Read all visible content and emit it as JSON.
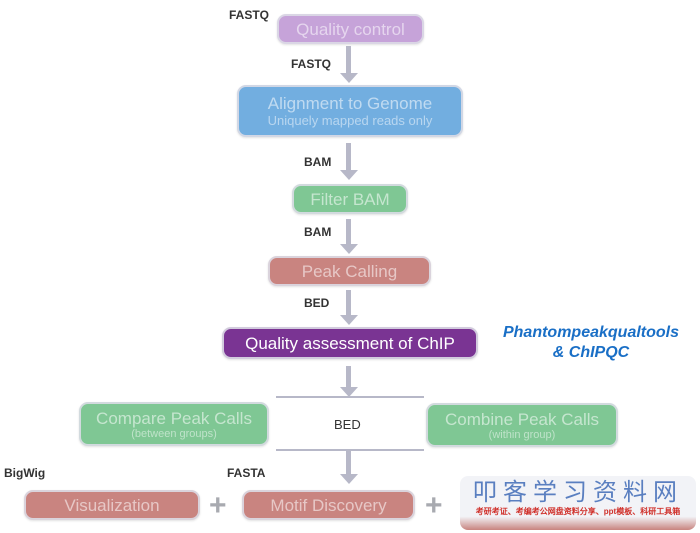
{
  "steps": {
    "quality_control": {
      "label": "Quality control",
      "input": "FASTQ"
    },
    "alignment": {
      "label": "Alignment to Genome",
      "sublabel": "Uniquely mapped reads only",
      "input": "FASTQ"
    },
    "filter_bam": {
      "label": "Filter BAM",
      "input": "BAM"
    },
    "peak_calling": {
      "label": "Peak Calling",
      "input": "BAM"
    },
    "quality_assessment": {
      "label": "Quality assessment of ChIP",
      "input": "BED"
    },
    "compare_peaks": {
      "label": "Compare Peak Calls",
      "sublabel": "(between groups)"
    },
    "combine_peaks": {
      "label": "Combine Peak Calls",
      "sublabel": "(within group)"
    },
    "branch_format": "BED",
    "visualization": {
      "label": "Visualization",
      "input": "BigWig"
    },
    "motif_discovery": {
      "label": "Motif Discovery",
      "input": "FASTA"
    }
  },
  "tools_annotation": {
    "line1": "Phantompeakqualtools",
    "line2": "& ChIPQC"
  },
  "plus_symbol": "+",
  "watermark": {
    "title": "叩客学习资料网",
    "subtitle": "考研考证、考编考公网盘资料分享、ppt模板、科研工具箱"
  },
  "colors": {
    "quality_control": "#c6a3d9",
    "alignment": "#72aee0",
    "filter": "#7fc794",
    "peak_calling": "#c98480",
    "quality_assessment": "#7a3493",
    "tools_text": "#1a6fc6",
    "arrow": "#b7b8c8"
  }
}
